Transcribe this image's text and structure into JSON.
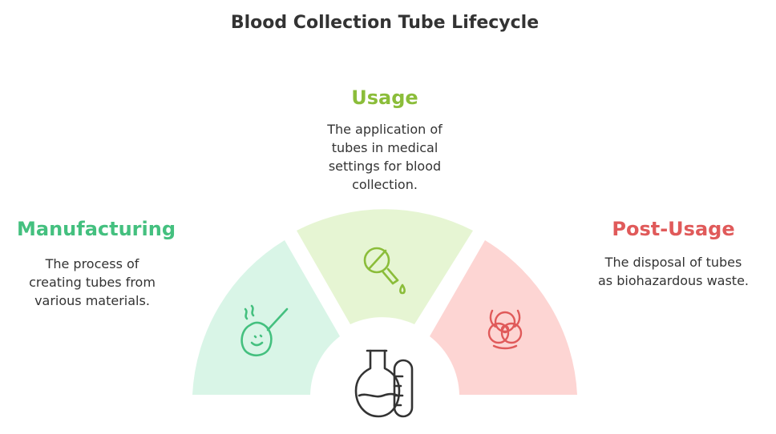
{
  "title": "Blood Collection Tube Lifecycle",
  "stages": {
    "manufacturing": {
      "heading": "Manufacturing",
      "description_lines": [
        "The process of",
        "creating tubes from",
        "various materials."
      ],
      "color": "#44c07f",
      "fill": "#d9f5e7",
      "icon": "steaming-pot-icon"
    },
    "usage": {
      "heading": "Usage",
      "description_lines": [
        "The application of",
        "tubes in medical",
        "settings for blood",
        "collection."
      ],
      "color": "#8bbd3a",
      "fill": "#e6f5d3",
      "icon": "dropper-icon"
    },
    "post_usage": {
      "heading": "Post-Usage",
      "description_lines": [
        "The disposal of tubes",
        "as biohazardous waste."
      ],
      "color": "#e05a5a",
      "fill": "#fdd5d3",
      "icon": "biohazard-icon"
    }
  },
  "center_icon": "flask-and-test-tube-icon"
}
